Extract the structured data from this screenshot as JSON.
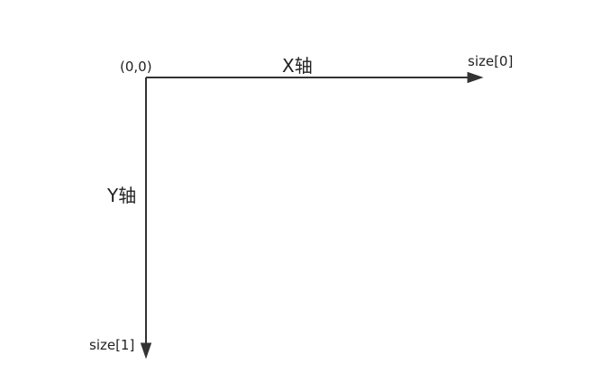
{
  "diagram": {
    "origin_label": "(0,0)",
    "x_axis_label": "X轴",
    "x_end_label": "size[0]",
    "y_axis_label": "Y轴",
    "y_end_label": "size[1]",
    "line_color": "#333333",
    "text_color": "#222222"
  }
}
